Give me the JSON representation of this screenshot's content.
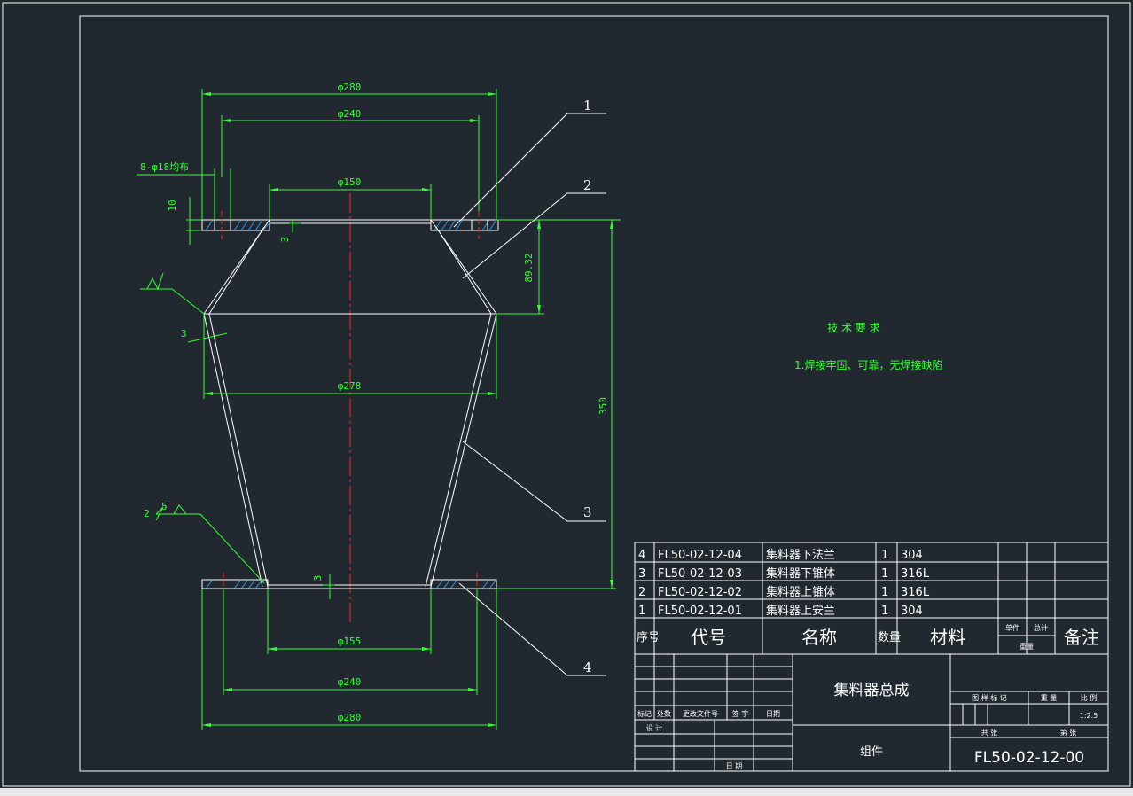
{
  "colors": {
    "background": "#212830",
    "line": "#ffffff",
    "dimension": "#33ff33",
    "centerline": "#ff2222",
    "hatch": "#33aaff"
  },
  "dimensions": {
    "top_outer_dia": "φ280",
    "top_bolt_dia": "φ240",
    "top_inner_dia": "φ150",
    "holes": "8-φ18均布",
    "flange_thk": "10",
    "weld_gap_top": "3",
    "upper_cone_height": "89.32",
    "mid_dia": "φ278",
    "total_height": "350",
    "side_thk": "3",
    "weld_symbol_value": "5",
    "weld_gap_bottom": "3",
    "bottom_inner_dia": "φ155",
    "bottom_bolt_dia": "φ240",
    "bottom_outer_dia": "φ280"
  },
  "balloons": [
    "1",
    "2",
    "3",
    "4"
  ],
  "weld_left_label": "2",
  "notes": {
    "title": "技 术 要 求",
    "item1": "1.焊接牢固、可靠，无焊接缺陷"
  },
  "bom": {
    "rows": [
      {
        "no": "4",
        "code": "FL50-02-12-04",
        "name": "集料器下法兰",
        "qty": "1",
        "material": "304"
      },
      {
        "no": "3",
        "code": "FL50-02-12-03",
        "name": "集料器下锥体",
        "qty": "1",
        "material": "316L"
      },
      {
        "no": "2",
        "code": "FL50-02-12-02",
        "name": "集料器上锥体",
        "qty": "1",
        "material": "316L"
      },
      {
        "no": "1",
        "code": "FL50-02-12-01",
        "name": "集料器上安兰",
        "qty": "1",
        "material": "304"
      }
    ],
    "header": {
      "no": "序号",
      "code": "代号",
      "name": "名称",
      "qty": "数量",
      "material": "材料",
      "unit": "单件",
      "total": "总计",
      "weight": "重量",
      "remark": "备注"
    }
  },
  "title_block": {
    "drawing_name": "集料器总成",
    "type": "组件",
    "drawing_no": "FL50-02-12-00",
    "scale": "1:2.5",
    "stage_label": "图 样 标 记",
    "weight_label": "重 量",
    "scale_label": "比 例",
    "sheets_label": "共   张",
    "sheet_label": "第   张",
    "rev_mark": "标记",
    "rev_count": "处数",
    "rev_doc": "更改文件号",
    "rev_sign": "签 字",
    "rev_date": "日期",
    "design": "设 计",
    "date": "日 期"
  }
}
